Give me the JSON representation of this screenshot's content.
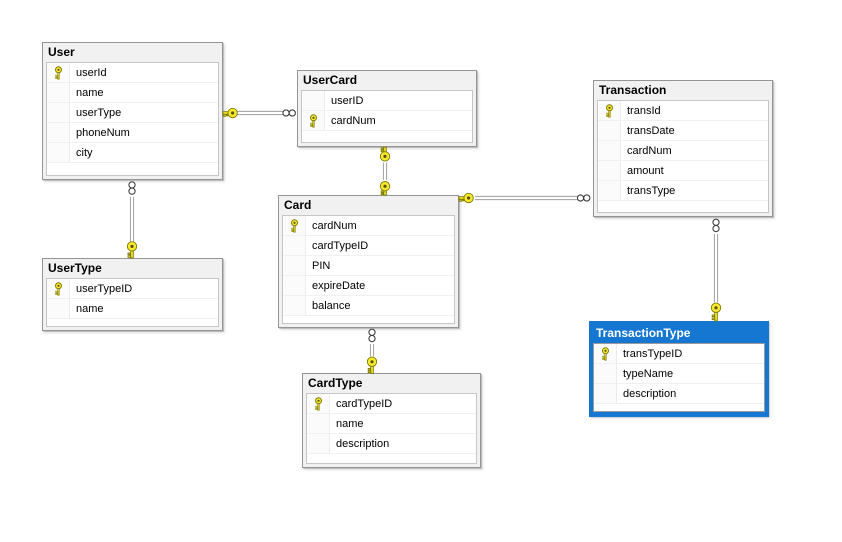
{
  "diagram": {
    "kind": "database-er-diagram",
    "colors": {
      "canvas_bg": "#ffffff",
      "table_header_bg": "#f1f1f1",
      "table_border": "#959595",
      "selected_accent": "#1577d2",
      "selected_header_text": "#ffffff",
      "key_icon_yellow": "#f9e92d",
      "connector_line": "#9e9e9e"
    },
    "tables": [
      {
        "name": "User",
        "selected": false,
        "columns": [
          {
            "name": "userId",
            "primary_key": true
          },
          {
            "name": "name",
            "primary_key": false
          },
          {
            "name": "userType",
            "primary_key": false
          },
          {
            "name": "phoneNum",
            "primary_key": false
          },
          {
            "name": "city",
            "primary_key": false
          }
        ]
      },
      {
        "name": "UserCard",
        "selected": false,
        "columns": [
          {
            "name": "userID",
            "primary_key": false
          },
          {
            "name": "cardNum",
            "primary_key": true
          }
        ]
      },
      {
        "name": "Transaction",
        "selected": false,
        "columns": [
          {
            "name": "transId",
            "primary_key": true
          },
          {
            "name": "transDate",
            "primary_key": false
          },
          {
            "name": "cardNum",
            "primary_key": false
          },
          {
            "name": "amount",
            "primary_key": false
          },
          {
            "name": "transType",
            "primary_key": false
          }
        ]
      },
      {
        "name": "UserType",
        "selected": false,
        "columns": [
          {
            "name": "userTypeID",
            "primary_key": true
          },
          {
            "name": "name",
            "primary_key": false
          }
        ]
      },
      {
        "name": "Card",
        "selected": false,
        "columns": [
          {
            "name": "cardNum",
            "primary_key": true
          },
          {
            "name": "cardTypeID",
            "primary_key": false
          },
          {
            "name": "PIN",
            "primary_key": false
          },
          {
            "name": "expireDate",
            "primary_key": false
          },
          {
            "name": "balance",
            "primary_key": false
          }
        ]
      },
      {
        "name": "TransactionType",
        "selected": true,
        "columns": [
          {
            "name": "transTypeID",
            "primary_key": true
          },
          {
            "name": "typeName",
            "primary_key": false
          },
          {
            "name": "description",
            "primary_key": false
          }
        ]
      },
      {
        "name": "CardType",
        "selected": false,
        "columns": [
          {
            "name": "cardTypeID",
            "primary_key": true
          },
          {
            "name": "name",
            "primary_key": false
          },
          {
            "name": "description",
            "primary_key": false
          }
        ]
      }
    ],
    "relationships": [
      {
        "from": "User",
        "from_marker": "key-one",
        "to": "UserCard",
        "to_marker": "infinity-many"
      },
      {
        "from": "UserType",
        "from_marker": "key-one",
        "to": "User",
        "to_marker": "infinity-many"
      },
      {
        "from": "UserCard",
        "from_marker": "key-one",
        "to": "Card",
        "to_marker": "key-one"
      },
      {
        "from": "CardType",
        "from_marker": "key-one",
        "to": "Card",
        "to_marker": "infinity-many"
      },
      {
        "from": "Card",
        "from_marker": "key-one",
        "to": "Transaction",
        "to_marker": "infinity-many"
      },
      {
        "from": "TransactionType",
        "from_marker": "key-one",
        "to": "Transaction",
        "to_marker": "infinity-many"
      }
    ]
  }
}
